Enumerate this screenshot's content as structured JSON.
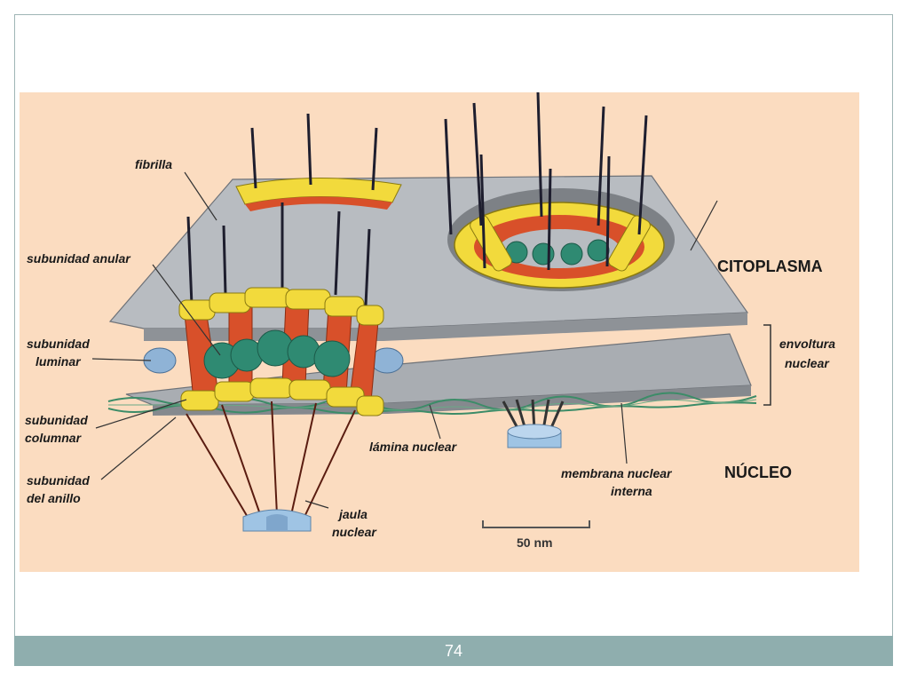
{
  "diagram": {
    "labels": {
      "fibrilla": "fibrilla",
      "subunidad_anular": "subunidad anular",
      "subunidad_luminar_1": "subunidad",
      "subunidad_luminar_2": "luminar",
      "subunidad_columnar_1": "subunidad",
      "subunidad_columnar_2": "columnar",
      "subunidad_anillo_1": "subunidad",
      "subunidad_anillo_2": "del anillo",
      "citoplasma": "CITOPLASMA",
      "envoltura_1": "envoltura",
      "envoltura_2": "nuclear",
      "lamina_nuclear": "lámina nuclear",
      "membrana_1": "membrana nuclear",
      "membrana_2": "interna",
      "nucleo": "NÚCLEO",
      "jaula_1": "jaula",
      "jaula_2": "nuclear",
      "scale_bar": "50 nm"
    },
    "colors": {
      "background": "#fbdcc0",
      "membrane": "#a9adb2",
      "ring_yellow": "#f2da3c",
      "spoke_red": "#d8502a",
      "plug_green": "#2f8a72",
      "luminal_blue": "#8fb3d6",
      "lamina_green": "#3c8c68"
    }
  },
  "footer": {
    "page_number": "74"
  }
}
